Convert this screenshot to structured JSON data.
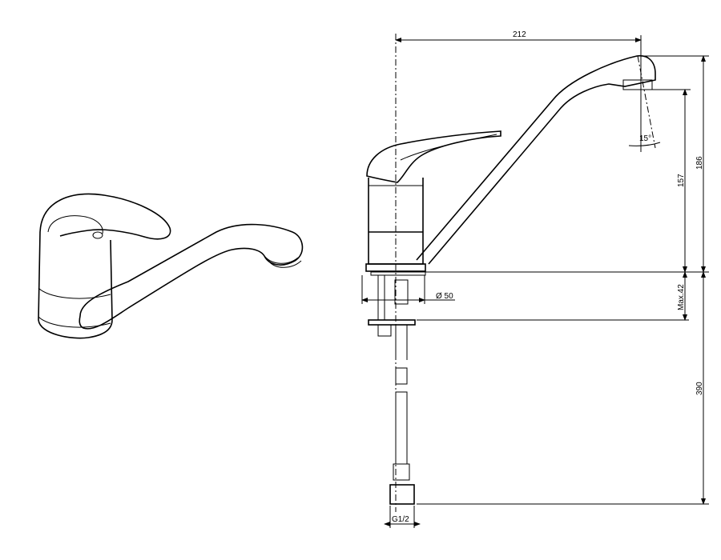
{
  "drawing": {
    "dimensions": {
      "reach": "212",
      "total_height": "186",
      "outlet_height": "157",
      "spout_angle": "15°",
      "hole_diameter": "Ø 50",
      "max_deck_thickness": "Max.42",
      "hose_length": "390",
      "connection_thread": "G1/2"
    }
  }
}
